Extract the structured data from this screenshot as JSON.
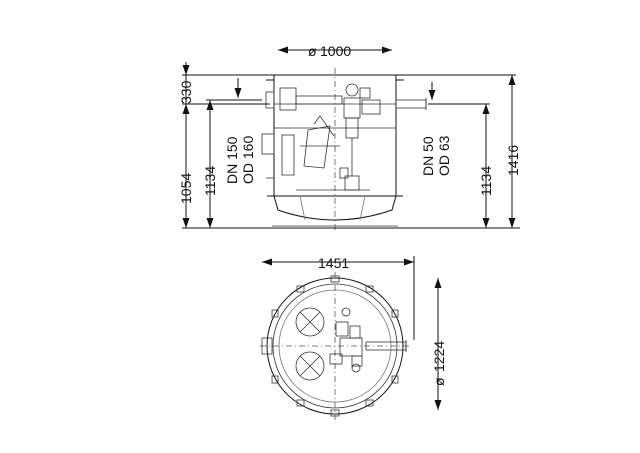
{
  "side_view": {
    "diameter_top": "1000",
    "diameter_symbol": "ø",
    "height_330": "330",
    "height_1054": "1054",
    "height_1134_left": "1134",
    "height_1134_right": "1134",
    "height_1416": "1416",
    "inlet_dn": "DN 150",
    "inlet_od": "OD 160",
    "outlet_dn": "DN 50",
    "outlet_od": "OD 63"
  },
  "top_view": {
    "width": "1451",
    "diameter": "1224",
    "diameter_symbol": "ø"
  }
}
